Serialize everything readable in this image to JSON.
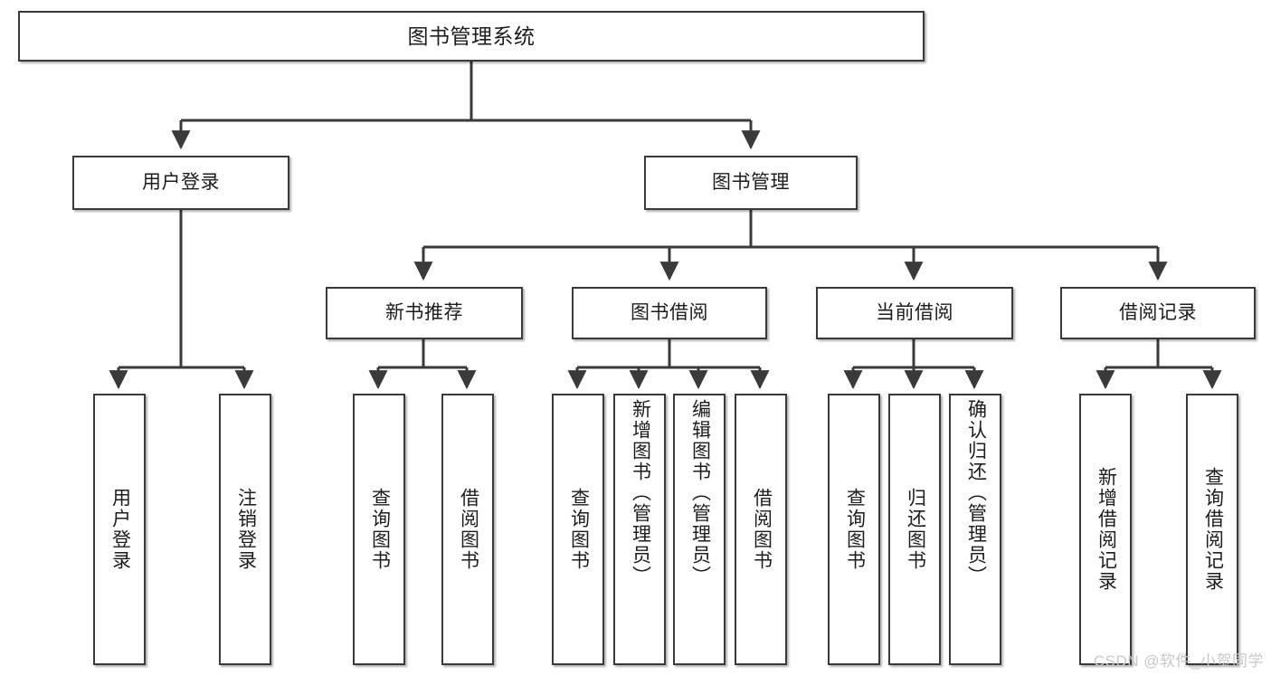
{
  "diagram": {
    "title": "图书管理系统",
    "type": "tree",
    "watermark": "CSDN @软件_小贺同学",
    "colors": {
      "background": "#ffffff",
      "node_fill": "#ffffff",
      "node_border": "#3a3a3a",
      "edge": "#3a3a3a",
      "text": "#1d1d1d",
      "watermark": "#c9c9c9"
    },
    "nodes": {
      "root": {
        "label": "图书管理系统"
      },
      "level2": [
        {
          "id": "user-login",
          "label": "用户登录"
        },
        {
          "id": "book-manage",
          "label": "图书管理"
        }
      ],
      "level3": [
        {
          "id": "new-book-rec",
          "label": "新书推荐"
        },
        {
          "id": "book-borrow",
          "label": "图书借阅"
        },
        {
          "id": "current-borrow",
          "label": "当前借阅"
        },
        {
          "id": "borrow-record",
          "label": "借阅记录"
        }
      ],
      "leaves": [
        {
          "id": "leaf-user-login",
          "label": "用户登录",
          "parent": "user-login"
        },
        {
          "id": "leaf-user-logout",
          "label": "注销登录",
          "parent": "user-login"
        },
        {
          "id": "leaf-query-book-1",
          "label": "查询图书",
          "parent": "new-book-rec"
        },
        {
          "id": "leaf-borrow-book-1",
          "label": "借阅图书",
          "parent": "new-book-rec"
        },
        {
          "id": "leaf-query-book-2",
          "label": "查询图书",
          "parent": "book-borrow"
        },
        {
          "id": "leaf-add-book",
          "label": "新增图书（管理员）",
          "parent": "book-borrow"
        },
        {
          "id": "leaf-edit-book",
          "label": "编辑图书（管理员）",
          "parent": "book-borrow"
        },
        {
          "id": "leaf-borrow-book-2",
          "label": "借阅图书",
          "parent": "book-borrow"
        },
        {
          "id": "leaf-query-book-3",
          "label": "查询图书",
          "parent": "current-borrow"
        },
        {
          "id": "leaf-return-book",
          "label": "归还图书",
          "parent": "current-borrow"
        },
        {
          "id": "leaf-confirm-return",
          "label": "确认归还（管理员）",
          "parent": "current-borrow"
        },
        {
          "id": "leaf-add-record",
          "label": "新增借阅记录",
          "parent": "borrow-record"
        },
        {
          "id": "leaf-query-record",
          "label": "查询借阅记录",
          "parent": "borrow-record"
        }
      ]
    }
  }
}
